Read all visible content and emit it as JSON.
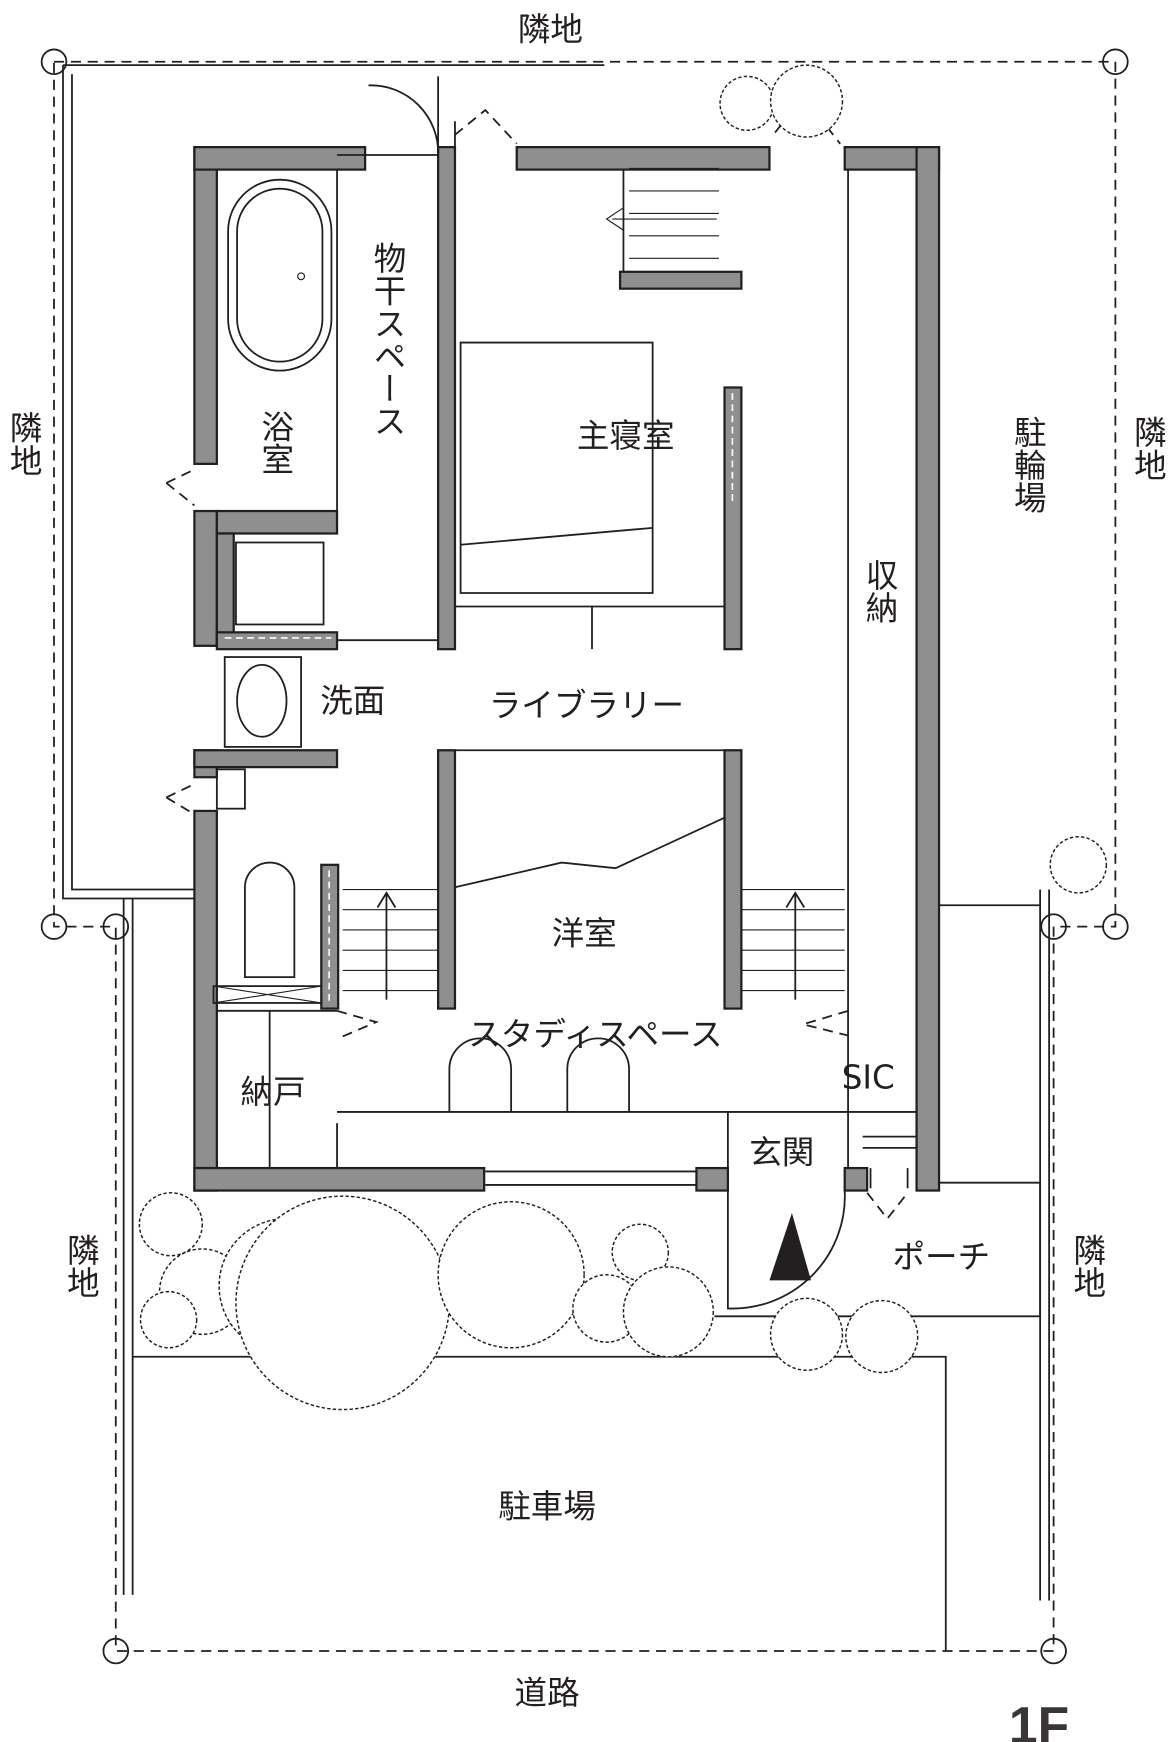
{
  "title": "1F",
  "labels": {
    "neighbor_top": "隣地",
    "neighbor_left": "隣地",
    "neighbor_right": "隣地",
    "neighbor_bottom_left": "隣地",
    "neighbor_bottom_right": "隣地",
    "bicycle_parking": "駐輪場",
    "drying_space": "物干スペース",
    "bathroom": "浴室",
    "master_bedroom": "主寝室",
    "storage": "収納",
    "washroom": "洗面",
    "library": "ライブラリー",
    "western_room": "洋室",
    "study_space": "スタディスペース",
    "closet": "納戸",
    "sic": "SIC",
    "entrance": "玄関",
    "porch": "ポーチ",
    "parking": "駐車場",
    "road": "道路"
  },
  "colors": {
    "wall": "#8f8f8f",
    "line": "#231f20"
  }
}
